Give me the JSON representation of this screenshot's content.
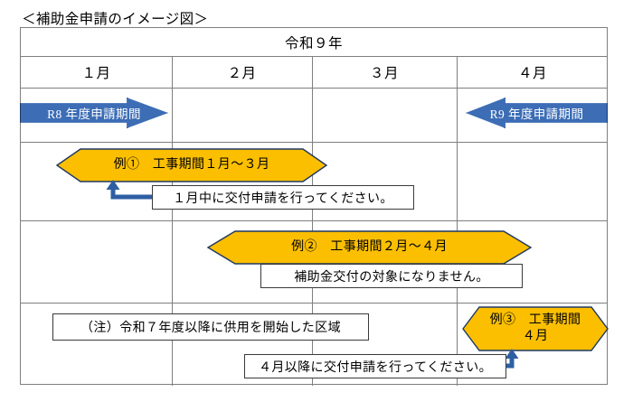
{
  "page": {
    "title": "＜補助金申請のイメージ図＞"
  },
  "colors": {
    "blue_fill": "#3C6DB5",
    "blue_border": "#1F3864",
    "orange_fill": "#FBBF00",
    "orange_border": "#1F3864",
    "grid_line": "#7F7F7F",
    "box_border": "#3A3A3A",
    "text": "#000000",
    "blue_text": "#FFFFFF"
  },
  "table": {
    "year_header": "令和９年",
    "months": [
      {
        "label": "１月"
      },
      {
        "label": "２月"
      },
      {
        "label": "３月"
      },
      {
        "label": "４月"
      }
    ]
  },
  "banners": [
    {
      "id": "r8-application-period",
      "label": "R8 年度申請期間",
      "direction": "right"
    },
    {
      "id": "r9-application-period",
      "label": "R9 年度申請期間",
      "direction": "left"
    }
  ],
  "examples": [
    {
      "id": "example-1",
      "label": "例①　工事期間１月～３月",
      "callout": "１月中に交付申請を行ってください。",
      "connector": "elbow-up-left"
    },
    {
      "id": "example-2",
      "label": "例②　工事期間２月～４月",
      "callout": "補助金交付の対象になりません。",
      "connector": "none"
    },
    {
      "id": "example-3",
      "label": "例③　工事期間\n４月",
      "callout": "４月以降に交付申請を行ってください。",
      "connector": "elbow-up-right"
    }
  ],
  "note": {
    "id": "note-box",
    "text": "（注）令和７年度以降に供用を開始した区域"
  }
}
